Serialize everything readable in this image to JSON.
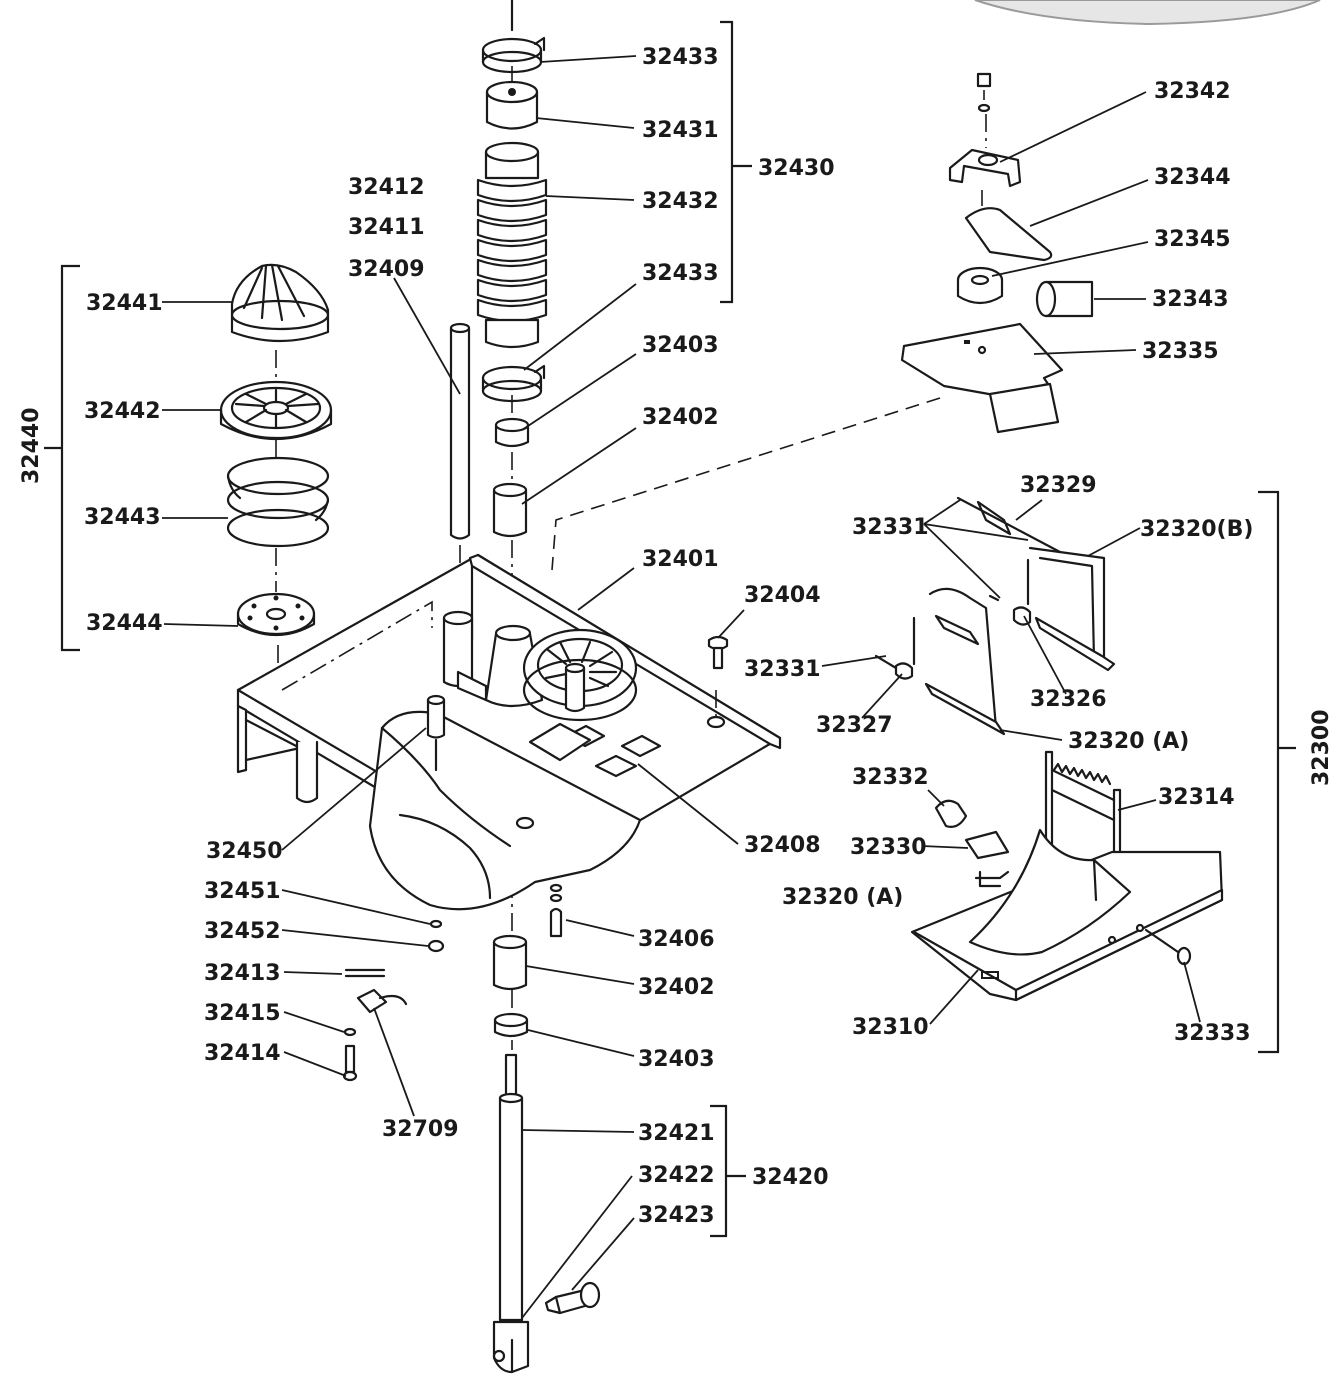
{
  "diagram": {
    "labels": {
      "l32433a": "32433",
      "l32431": "32431",
      "l32432": "32432",
      "l32433b": "32433",
      "l32430": "32430",
      "l32403a": "32403",
      "l32402a": "32402",
      "l32401": "32401",
      "l32404": "32404",
      "l32412": "32412",
      "l32411": "32411",
      "l32409": "32409",
      "l32441": "32441",
      "l32442": "32442",
      "l32443": "32443",
      "l32444": "32444",
      "l32440": "32440",
      "l32450": "32450",
      "l32451": "32451",
      "l32452": "32452",
      "l32413": "32413",
      "l32415": "32415",
      "l32414": "32414",
      "l32709": "32709",
      "l32408": "32408",
      "l32406": "32406",
      "l32402b": "32402",
      "l32403b": "32403",
      "l32421": "32421",
      "l32422": "32422",
      "l32423": "32423",
      "l32420": "32420",
      "l32342": "32342",
      "l32344": "32344",
      "l32345": "32345",
      "l32343": "32343",
      "l32335": "32335",
      "l32329": "32329",
      "l32331a": "32331",
      "l32320b": "32320(B)",
      "l32331b": "32331",
      "l32326": "32326",
      "l32327": "32327",
      "l32320a1": "32320 (A)",
      "l32332": "32332",
      "l32314": "32314",
      "l32330": "32330",
      "l32320a2": "32320 (A)",
      "l32310": "32310",
      "l32333": "32333",
      "l32300": "32300"
    }
  }
}
